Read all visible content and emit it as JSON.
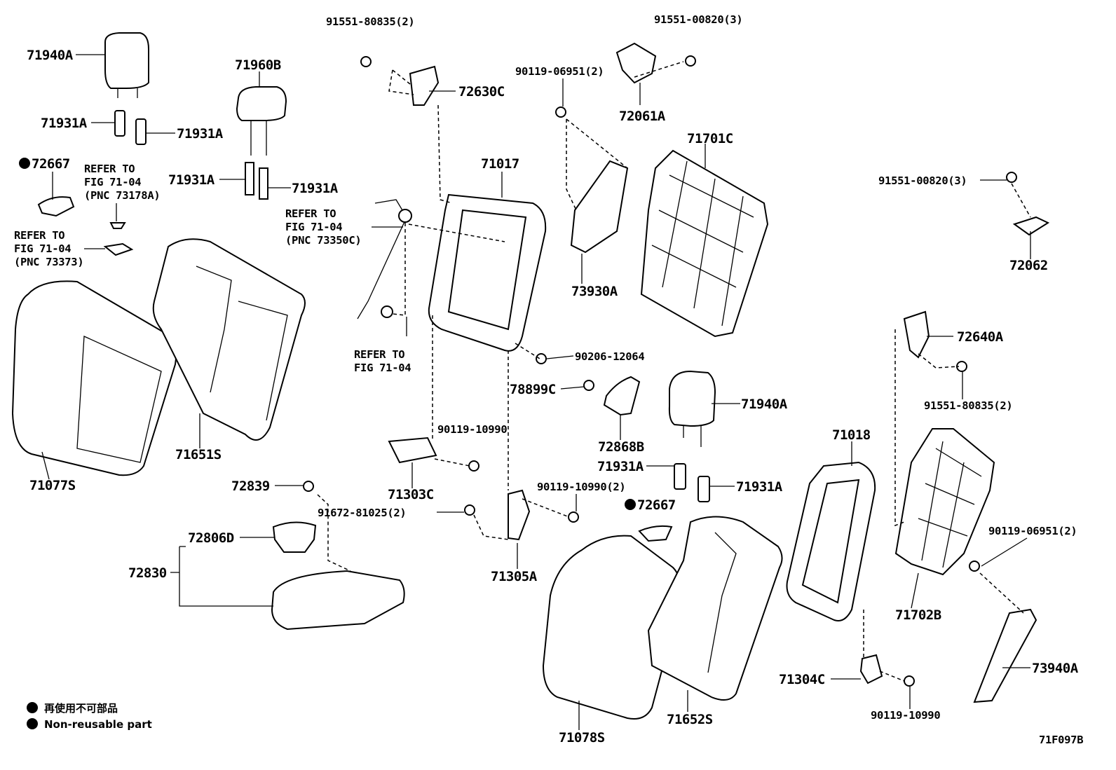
{
  "callouts": [
    "71940A",
    "91551-80835(2)",
    "91551-00820(3)",
    "71960B",
    "72630C",
    "90119-06951(2)",
    "72061A",
    "71931A",
    "71931A",
    "71701C",
    "72667",
    "REFER TO",
    "FIG 71-04",
    "(PNC 73178A)",
    "71017",
    "71931A",
    "71931A",
    "91551-00820(3)",
    "REFER TO",
    "FIG 71-04",
    "(PNC 73350C)",
    "REFER TO",
    "FIG 71-04",
    "(PNC 73373)",
    "72062",
    "73930A",
    "72640A",
    "REFER TO",
    "FIG 71-04",
    "90206-12064",
    "91551-80835(2)",
    "78899C",
    "71940A",
    "90119-10990",
    "72868B",
    "71018",
    "71651S",
    "71931A",
    "71077S",
    "72839",
    "90119-10990(2)",
    "71931A",
    "71303C",
    "72667",
    "91672-81025(2)",
    "90119-06951(2)",
    "72806D",
    "72830",
    "71305A",
    "71702B",
    "73940A",
    "71304C",
    "90119-10990",
    "71652S",
    "71078S"
  ],
  "legend": {
    "marker": "non-reusable-bullet",
    "items": [
      "再使用不可部品",
      "Non-reusable part"
    ]
  },
  "figure_code": "71F097B"
}
